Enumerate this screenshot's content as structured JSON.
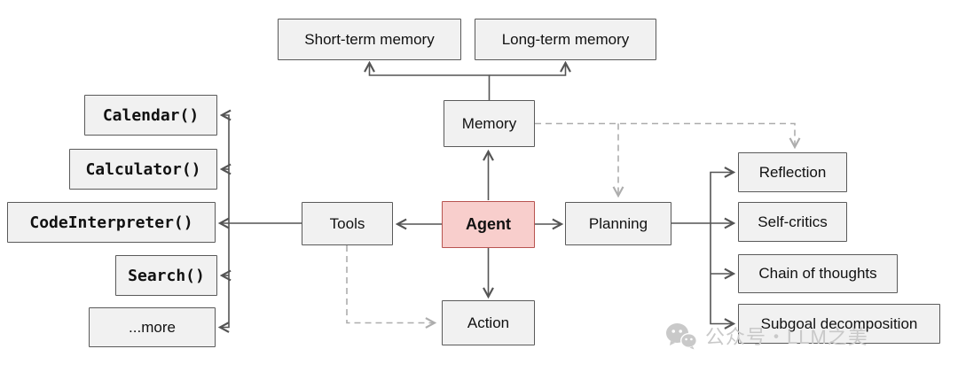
{
  "diagram": {
    "boxes": {
      "short_term_memory": "Short-term memory",
      "long_term_memory": "Long-term memory",
      "memory": "Memory",
      "agent": "Agent",
      "tools": "Tools",
      "planning": "Planning",
      "action": "Action"
    },
    "tool_items": [
      "Calendar()",
      "Calculator()",
      "CodeInterpreter()",
      "Search()",
      "...more"
    ],
    "planning_items": [
      "Reflection",
      "Self-critics",
      "Chain of thoughts",
      "Subgoal decomposition"
    ],
    "edges": [
      {
        "from": "Memory",
        "to": "Short-term memory",
        "style": "solid"
      },
      {
        "from": "Memory",
        "to": "Long-term memory",
        "style": "solid"
      },
      {
        "from": "Agent",
        "to": "Memory",
        "style": "solid"
      },
      {
        "from": "Agent",
        "to": "Tools",
        "style": "solid"
      },
      {
        "from": "Agent",
        "to": "Planning",
        "style": "solid"
      },
      {
        "from": "Agent",
        "to": "Action",
        "style": "solid"
      },
      {
        "from": "Tools",
        "to": "Calendar()",
        "style": "solid"
      },
      {
        "from": "Tools",
        "to": "Calculator()",
        "style": "solid"
      },
      {
        "from": "Tools",
        "to": "CodeInterpreter()",
        "style": "solid"
      },
      {
        "from": "Tools",
        "to": "Search()",
        "style": "solid"
      },
      {
        "from": "Tools",
        "to": "...more",
        "style": "solid"
      },
      {
        "from": "Planning",
        "to": "Reflection",
        "style": "solid"
      },
      {
        "from": "Planning",
        "to": "Self-critics",
        "style": "solid"
      },
      {
        "from": "Planning",
        "to": "Chain of thoughts",
        "style": "solid"
      },
      {
        "from": "Planning",
        "to": "Subgoal decomposition",
        "style": "solid"
      },
      {
        "from": "Memory",
        "to": "Planning",
        "style": "dashed"
      },
      {
        "from": "Memory",
        "to": "Reflection",
        "style": "dashed"
      },
      {
        "from": "Tools",
        "to": "Action",
        "style": "dashed"
      }
    ],
    "colors": {
      "agent_fill": "#f8cecc",
      "agent_border": "#b85450",
      "box_fill": "#f1f1f1",
      "box_border": "#5a5a5a",
      "solid_arrow": "#545454",
      "dashed_arrow": "#adadad",
      "watermark": "#c9c9c9"
    }
  },
  "watermark": {
    "text": "公众号・LLM之美"
  }
}
